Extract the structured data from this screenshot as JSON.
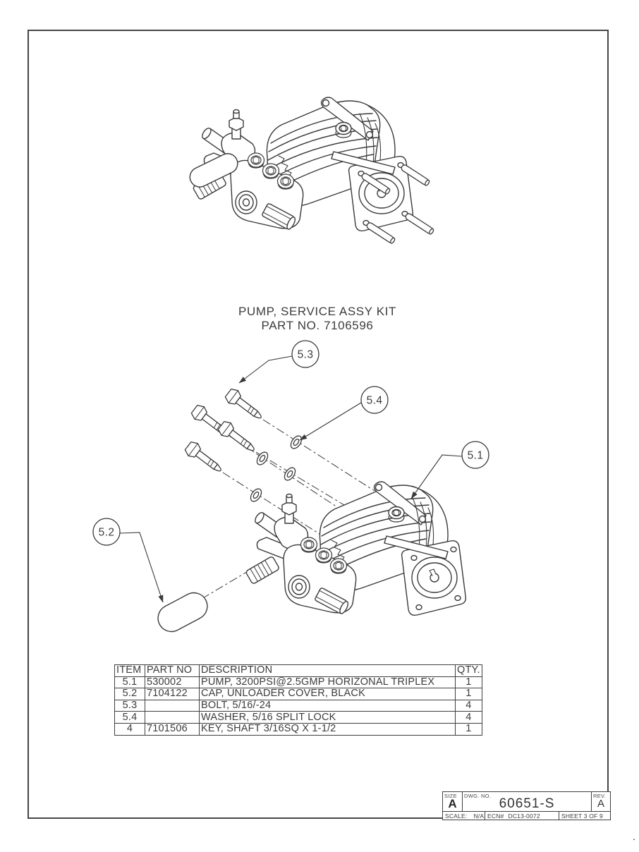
{
  "figure": {
    "title_line1": "PUMP, SERVICE ASSY KIT",
    "title_line2": "PART NO. 7106596"
  },
  "callouts": {
    "c51": "5.1",
    "c52": "5.2",
    "c53": "5.3",
    "c54": "5.4"
  },
  "parts_table": {
    "headers": [
      "ITEM",
      "PART NO",
      "DESCRIPTION",
      "QTY."
    ],
    "rows": [
      [
        "5.1",
        "530002",
        "PUMP, 3200PSI@2.5GMP HORIZONAL TRIPLEX",
        "1"
      ],
      [
        "5.2",
        "7104122",
        "CAP, UNLOADER COVER, BLACK",
        "1"
      ],
      [
        "5.3",
        "",
        "BOLT, 5/16/-24",
        "4"
      ],
      [
        "5.4",
        "",
        "WASHER, 5/16 SPLIT LOCK",
        "4"
      ],
      [
        "4",
        "7101506",
        "KEY, SHAFT 3/16SQ X 1-1/2",
        "1"
      ]
    ]
  },
  "title_block": {
    "size_label": "SIZE",
    "size_value": "A",
    "dwg_label": "DWG.  NO.",
    "dwg_value": "60651-S",
    "rev_label": "REV.",
    "rev_value": "A",
    "scale_label": "SCALE:",
    "scale_value": "N/A",
    "ecn_label": "ECN#",
    "ecn_value": "DC13-0072",
    "sheet_label": "SHEET 3 OF 9"
  },
  "colors": {
    "ink": "#3a3a3a",
    "paper": "#ffffff"
  },
  "stray_mark": "."
}
